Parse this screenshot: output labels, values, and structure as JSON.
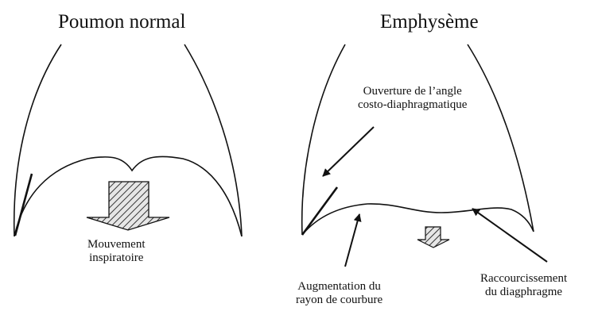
{
  "panels": {
    "normal": {
      "title": "Poumon normal"
    },
    "emphysema": {
      "title": "Emphysème"
    }
  },
  "annotations": {
    "movement": [
      "Mouvement",
      "inspiratoire"
    ],
    "angle_opening": [
      "Ouverture de l’angle",
      "costo-diaphragmatique"
    ],
    "curvature": [
      "Augmentation du",
      "rayon de courbure"
    ],
    "shortening": [
      "Raccourcissement",
      "du diagphragme"
    ]
  },
  "colors": {
    "line": "#111111",
    "arrow_fill": "#dddddd",
    "hatch": "#333333"
  }
}
